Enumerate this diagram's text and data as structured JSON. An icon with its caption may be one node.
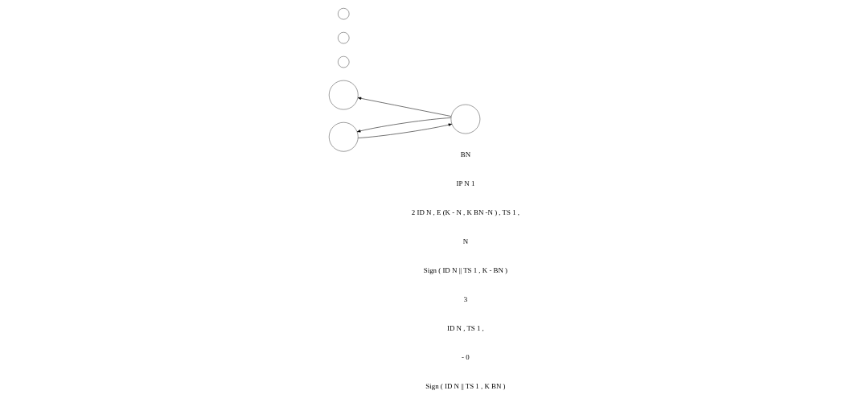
{
  "diagram": {
    "nodes": [
      {
        "text": [],
        "shape": "circle"
      },
      {
        "text": [],
        "shape": "circle"
      },
      {
        "text": [],
        "shape": "circle"
      },
      {
        "text": [],
        "shape": "circle"
      },
      {
        "text": [],
        "shape": "circle"
      },
      {
        "text": [],
        "shape": "circle"
      }
    ],
    "edges": [
      {
        "from": 2,
        "to": 0,
        "arrow": "to"
      },
      {
        "from": 0,
        "to": 2,
        "arrow": "to"
      },
      {
        "from": 2,
        "to": 5,
        "arrow": "to"
      }
    ],
    "labels": [
      "BN",
      "IP N 1",
      "2 ID N , E (K - N , K BN -N ) , TS 1 ,",
      "N",
      "Sign ( ID N || TS 1 , K - BN )",
      "3",
      "ID N , TS 1 ,",
      "- 0",
      "Sign ( ID N || TS 1 , K BN )"
    ]
  }
}
